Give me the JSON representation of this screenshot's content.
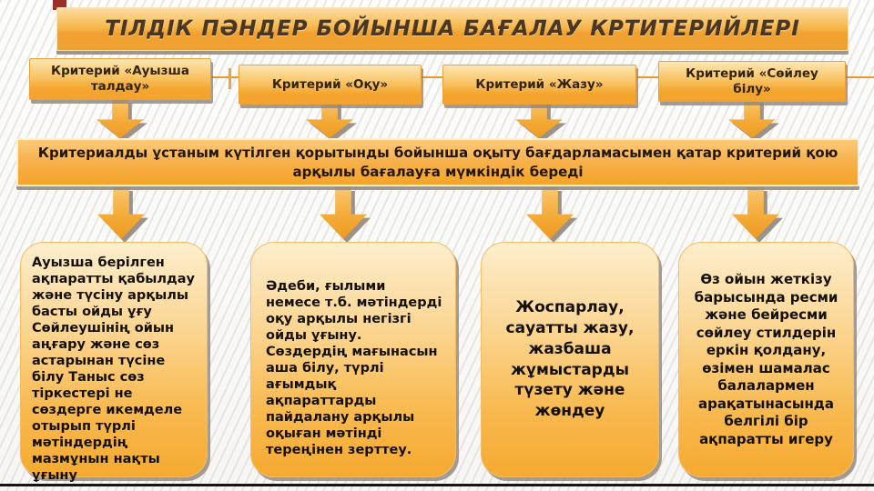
{
  "slide": {
    "title": "ТІЛДІК ПӘНДЕР БОЙЫНША БАҒАЛАУ КРТИТЕРИЙЛЕРІ",
    "criteria": [
      {
        "label": "Критерий «Ауызша талдау»"
      },
      {
        "label": "Критерий «Оқу»"
      },
      {
        "label": "Критерий «Жазу»"
      },
      {
        "label": "Критерий «Сөйлеу білу»"
      }
    ],
    "statement": "Критериалды ұстаным күтілген қорытынды бойынша оқыту бағдарламасымен қатар критерий қою арқылы бағалауға мүмкіндік береді",
    "details": [
      {
        "text": "Ауызша берілген ақпаратты қабылдау және түсіну арқылы басты ойды ұғу Сөйлеушінің ойын аңғару және сөз астарынан түсіне білу Таныс сөз тіркестері не сөздерге икемделе отырып түрлі мәтіндердің мазмұнын нақты ұғыну"
      },
      {
        "text": "Әдеби, ғылыми немесе т.б. мәтіндерді оқу арқылы негізгі ойды ұғыну. Сөздердің мағынасын аша білу, түрлі ағымдық ақпараттарды пайдалану арқылы оқыған мәтінді тереңінен зерттеу."
      },
      {
        "text": "Жоспарлау, сауатты жазу, жазбаша жұмыстарды түзету және жөндеу"
      },
      {
        "text": "Өз ойын жеткізу барысында ресми және бейресми сөйлеу стилдерін еркін қолдану, өзімен шамалас балалармен арақатынасында белгілі бір ақпаратты игеру"
      }
    ],
    "colors": {
      "accent_orange": "#f5a428",
      "accent_light": "#fdeecd",
      "maroon_chip": "#9a2f2c",
      "shadow_gray": "#8d857c",
      "text_dark": "#241708"
    }
  }
}
